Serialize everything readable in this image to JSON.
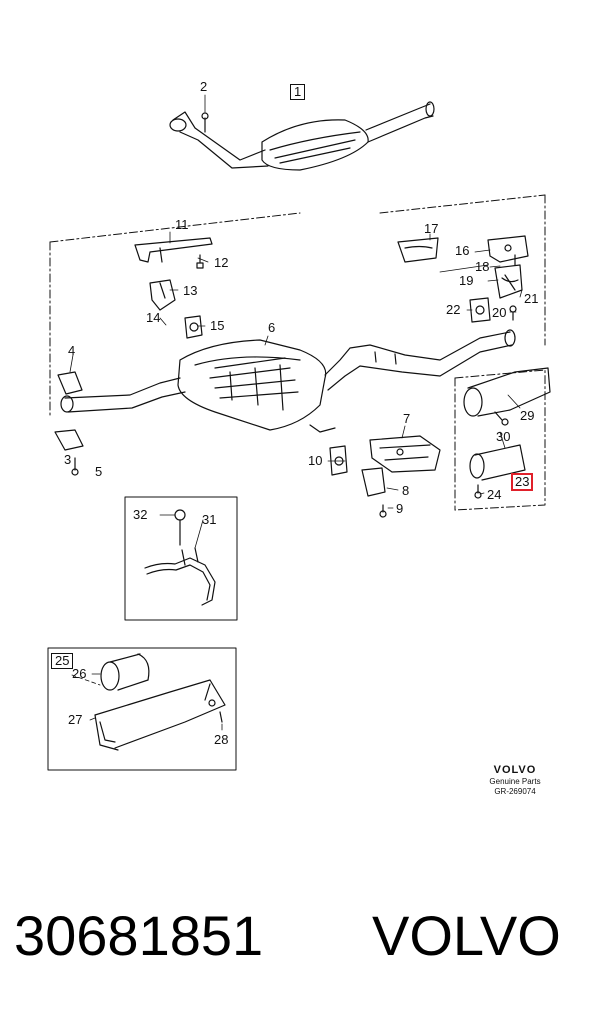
{
  "labels": {
    "l1": "1",
    "l2": "2",
    "l3": "3",
    "l4": "4",
    "l5": "5",
    "l6": "6",
    "l7": "7",
    "l8": "8",
    "l9": "9",
    "l10": "10",
    "l11": "11",
    "l12": "12",
    "l13": "13",
    "l14": "14",
    "l15": "15",
    "l16": "16",
    "l17": "17",
    "l18": "18",
    "l19": "19",
    "l20": "20",
    "l21": "21",
    "l22": "22",
    "l23": "23",
    "l24": "24",
    "l25": "25",
    "l26": "26",
    "l27": "27",
    "l28": "28",
    "l29": "29",
    "l30": "30",
    "l31": "31",
    "l32": "32"
  },
  "highlight_color": "#e0202a",
  "brand": {
    "name": "VOLVO",
    "subtitle": "Genuine Parts",
    "reference": "GR-269074"
  },
  "footer": {
    "part_number": "30681851",
    "make": "VOLVO"
  }
}
